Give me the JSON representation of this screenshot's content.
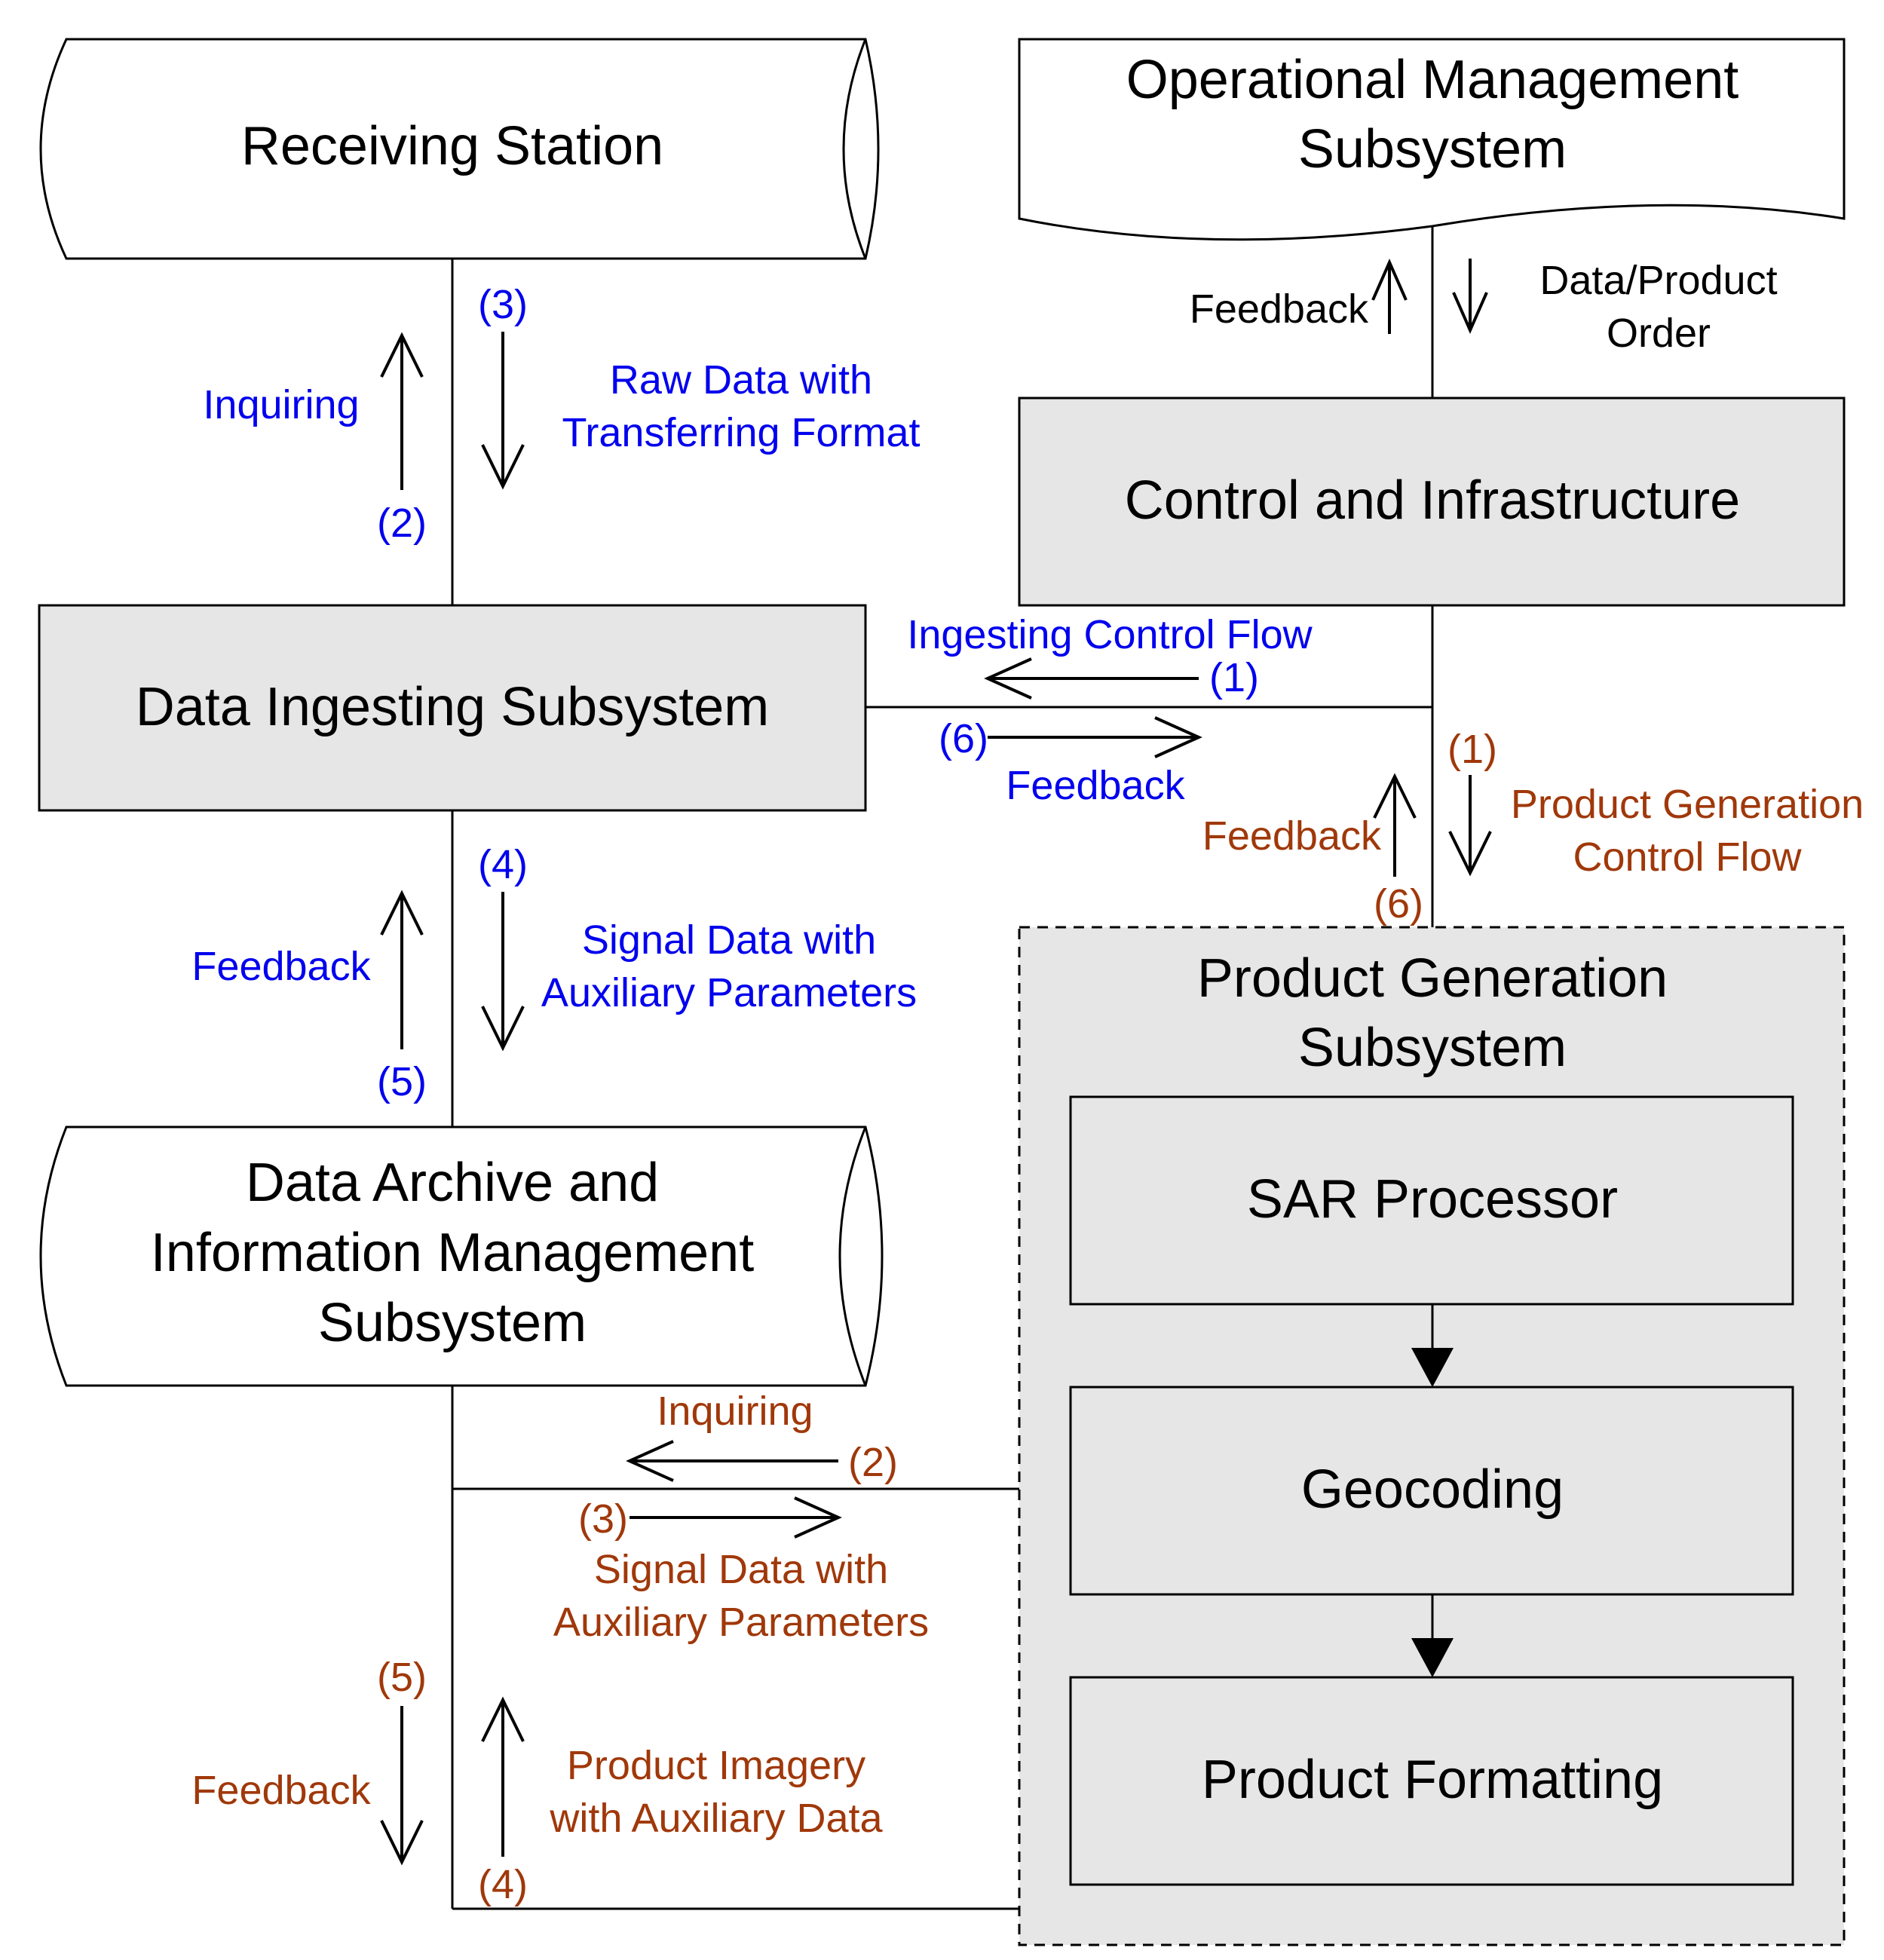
{
  "nodes": {
    "receiving_station": "Receiving Station",
    "operational_management": [
      "Operational Management",
      "Subsystem"
    ],
    "control_infrastructure": "Control and Infrastructure",
    "data_ingesting": "Data Ingesting Subsystem",
    "data_archive": [
      "Data Archive and",
      "Information Management",
      "Subsystem"
    ],
    "product_generation": [
      "Product Generation",
      "Subsystem"
    ],
    "sar_processor": "SAR Processor",
    "geocoding": "Geocoding",
    "product_formatting": "Product Formatting"
  },
  "flows": {
    "rs_inquiring": "Inquiring",
    "rs_step2": "(2)",
    "rs_step3": "(3)",
    "rs_raw_data": [
      "Raw Data with",
      "Transferring Format"
    ],
    "om_feedback": "Feedback",
    "om_order": [
      "Data/Product",
      "Order"
    ],
    "ingest_control": "Ingesting Control Flow",
    "ingest_step1": "(1)",
    "ingest_step6": "(6)",
    "ingest_feedback": "Feedback",
    "pg_step1": "(1)",
    "pg_control": [
      "Product Generation",
      "Control Flow"
    ],
    "pg_feedback": "Feedback",
    "pg_step6": "(6)",
    "di_step4": "(4)",
    "di_signal": [
      "Signal Data with",
      "Auxiliary Parameters"
    ],
    "di_feedback": "Feedback",
    "di_step5": "(5)",
    "ar_inquiring": "Inquiring",
    "ar_step2": "(2)",
    "ar_step3": "(3)",
    "ar_signal": [
      "Signal Data with",
      "Auxiliary Parameters"
    ],
    "ar_step5": "(5)",
    "ar_feedback": "Feedback",
    "ar_imagery": [
      "Product Imagery",
      "with Auxiliary Data"
    ],
    "ar_step4": "(4)"
  },
  "colors": {
    "blue": "#0000ee",
    "brown": "#a0380a",
    "box_fill": "#e6e6e6"
  }
}
